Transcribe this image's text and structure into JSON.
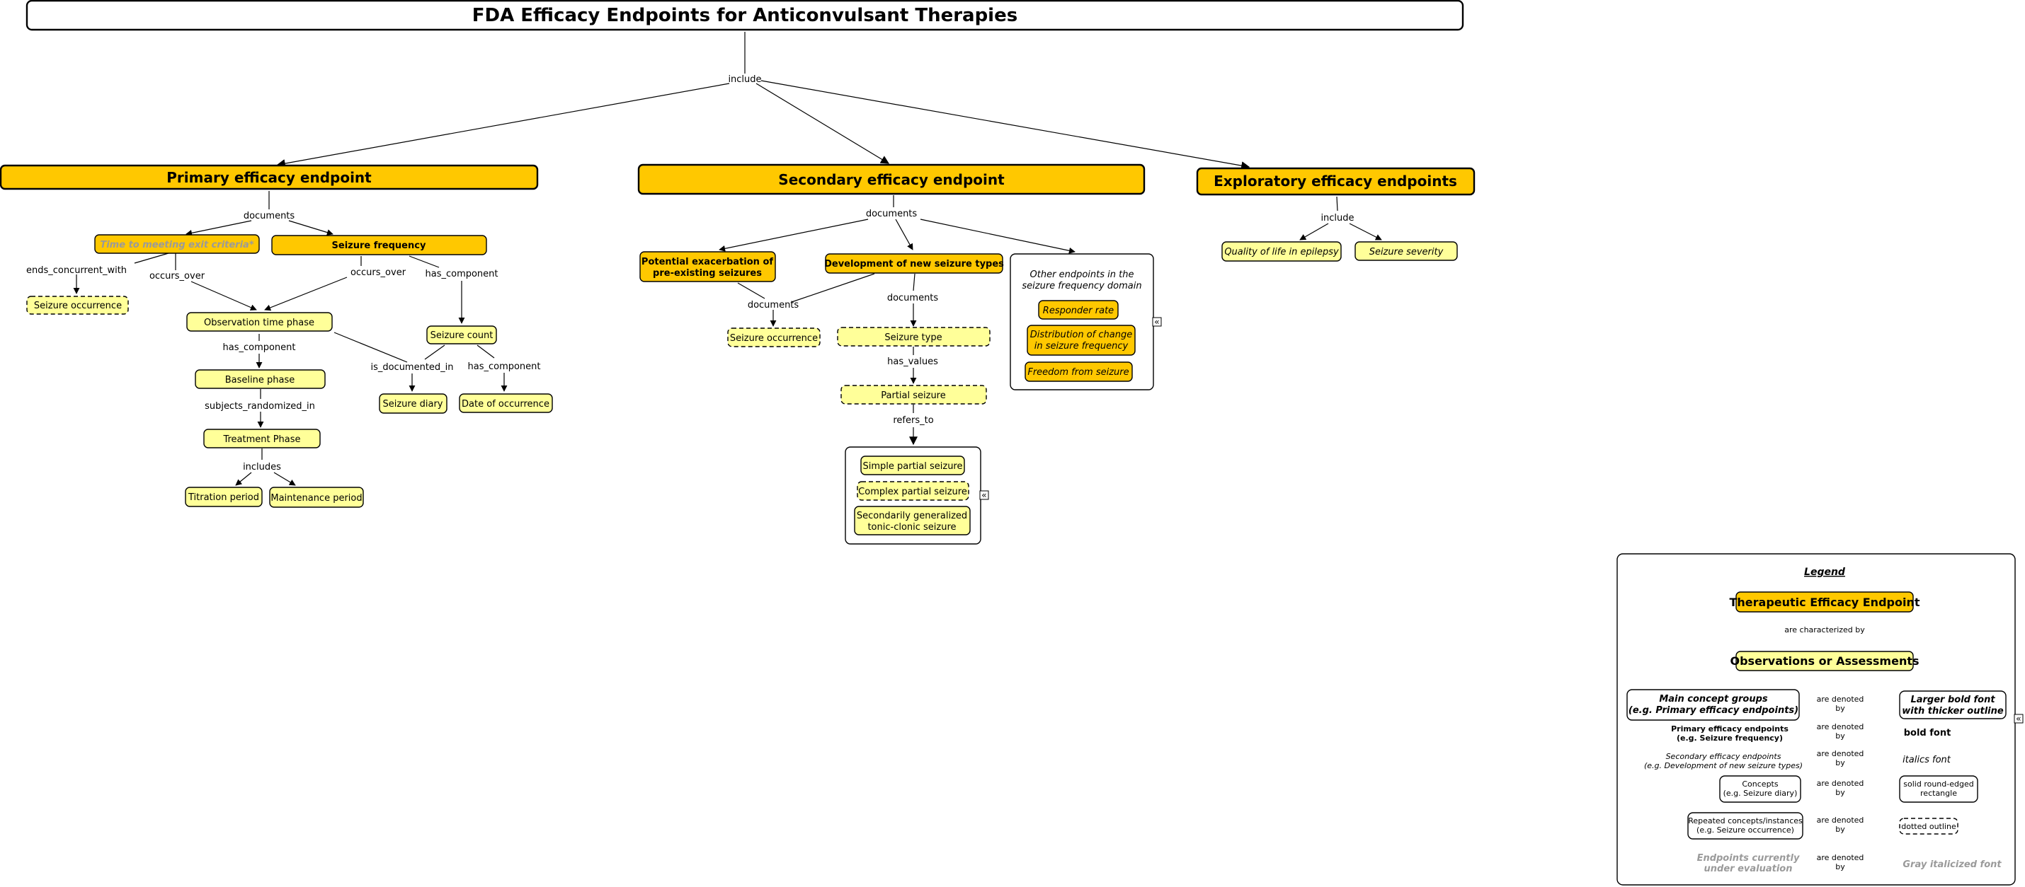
{
  "title": "FDA Efficacy Endpoints for Anticonvulsant Therapies",
  "edge_labels": {
    "include_top": "include",
    "documents_primary": "documents",
    "ends_concurrent_with": "ends_concurrent_with",
    "occurs_over_1": "occurs_over",
    "occurs_over_2": "occurs_over",
    "has_component_sf": "has_component",
    "has_component_obs": "has_component",
    "is_documented_in": "is_documented_in",
    "has_component_sc": "has_component",
    "subjects_randomized_in": "subjects_randomized_in",
    "includes": "includes",
    "documents_secondary": "documents",
    "documents_pe": "documents",
    "documents_dn": "documents",
    "has_values": "has_values",
    "refers_to": "refers_to",
    "include_exploratory": "include"
  },
  "nodes": {
    "primary": "Primary efficacy endpoint",
    "secondary": "Secondary efficacy endpoint",
    "exploratory": "Exploratory efficacy endpoints",
    "time_to_exit": "Time to meeting exit criteria*",
    "seizure_frequency": "Seizure frequency",
    "seizure_occurrence_1": "Seizure occurrence",
    "observation_time_phase": "Observation time phase",
    "seizure_count": "Seizure count",
    "baseline_phase": "Baseline phase",
    "seizure_diary": "Seizure diary",
    "date_of_occurrence": "Date of occurrence",
    "treatment_phase": "Treatment Phase",
    "titration_period": "Titration period",
    "maintenance_period": "Maintenance period",
    "potential_exacerbation_1": "Potential exacerbation of",
    "potential_exacerbation_2": "pre-existing seizures",
    "development_new_types": "Development of new seizure types",
    "other_endpoints_1": "Other endpoints in the",
    "other_endpoints_2": "seizure frequency domain",
    "responder_rate": "Responder rate",
    "distribution_1": "Distribution of change",
    "distribution_2": "in seizure frequency",
    "freedom_from_seizure": "Freedom from seizure",
    "seizure_occurrence_2": "Seizure occurrence",
    "seizure_type": "Seizure type",
    "partial_seizure": "Partial seizure",
    "simple_partial": "Simple partial seizure",
    "complex_partial": "Complex partial seizure",
    "sec_generalized_1": "Secondarily generalized",
    "sec_generalized_2": "tonic-clonic seizure",
    "quality_of_life": "Quality of life in epilepsy",
    "seizure_severity": "Seizure severity"
  },
  "legend": {
    "title": "Legend",
    "therapeutic": "Therapeutic Efficacy Endpoint",
    "are_characterized_by": "are characterized by",
    "observations": "Observations or Assessments",
    "denoted_1": "are denoted",
    "denoted_2": "by",
    "row1_left_1": "Main concept groups",
    "row1_left_2": "(e.g. Primary efficacy endpoints)",
    "row1_right_1": "Larger bold font",
    "row1_right_2": "with thicker outline",
    "row2_left_1": "Primary efficacy endpoints",
    "row2_left_2": "(e.g. Seizure frequency)",
    "row2_right": "bold font",
    "row3_left_1": "Secondary efficacy endpoints",
    "row3_left_2": "(e.g. Development of new seizure types)",
    "row3_right": "italics font",
    "row4_left_1": "Concepts",
    "row4_left_2": "(e.g. Seizure diary)",
    "row4_right_1": "solid round-edged",
    "row4_right_2": "rectangle",
    "row5_left_1": "Repeated concepts/instances",
    "row5_left_2": "(e.g. Seizure occurrence)",
    "row5_right": "dotted outline",
    "row6_left_1": "Endpoints currently",
    "row6_left_2": "under evaluation",
    "row6_right": "Gray italicized font"
  },
  "colors": {
    "endpoint_fill": "#FFC800",
    "concept_fill": "#FFFF99",
    "gray_text": "#9a9a9a"
  },
  "icons": {
    "expand": "double-chevron-left-icon"
  }
}
